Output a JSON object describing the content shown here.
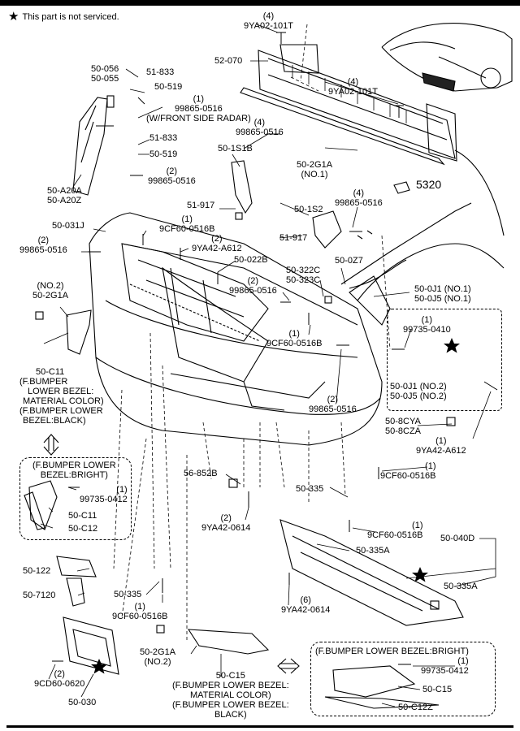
{
  "note": "This part is not serviced.",
  "star": "★",
  "labels": {
    "l1": "(4)",
    "l1b": "9YA02-101T",
    "l2": "52-070",
    "l3": "50-056",
    "l3b": "50-055",
    "l4": "51-833",
    "l5": "50-519",
    "l6": "(1)",
    "l6b": "99865-0516",
    "l6c": "(W/FRONT SIDE RADAR)",
    "l7": "(4)",
    "l7b": "9YA02-101T",
    "l8": "(4)",
    "l8b": "99865-0516",
    "l9": "51-833",
    "l10": "50-519",
    "l11": "50-1S1B",
    "l12": "(2)",
    "l12b": "99865-0516",
    "l13": "50-2G1A",
    "l13b": "(NO.1)",
    "l14": "50-A20A",
    "l14b": "50-A20Z",
    "l15": "5320",
    "l16": "(4)",
    "l16b": "99865-0516",
    "l17": "51-917",
    "l18": "50-1S2",
    "l19": "50-031J",
    "l20": "(1)",
    "l20b": "9CF60-0516B",
    "l21": "(2)",
    "l21b": "99865-0516",
    "l22": "(2)",
    "l22b": "9YA42-A612",
    "l23": "51-917",
    "l24": "50-022B",
    "l25": "(NO.2)",
    "l25b": "50-2G1A",
    "l26": "50-322C",
    "l26b": "50-323C",
    "l27": "50-0Z7",
    "l28": "(2)",
    "l28b": "99865-0516",
    "l29": "50-0J1",
    "l29n": "(NO.1)",
    "l29b": "50-0J5",
    "l29bn": "(NO.1)",
    "l30": "(1)",
    "l30b": "99735-0410",
    "l31": "(1)",
    "l31b": "9CF60-0516B",
    "l32": "50-C11",
    "l32b": "(F.BUMPER",
    "l32c": "LOWER BEZEL:",
    "l32d": "MATERIAL COLOR)",
    "l32e": "(F.BUMPER LOWER",
    "l32f": "BEZEL:BLACK)",
    "l33": "50-0J1",
    "l33n": "(NO.2)",
    "l33b": "50-0J5",
    "l33bn": "(NO.2)",
    "l34": "(2)",
    "l34b": "99865-0516",
    "l35": "50-8CYA",
    "l35b": "50-8CZA",
    "l36": "(1)",
    "l36b": "9YA42-A612",
    "l37": "(F.BUMPER LOWER",
    "l37b": "BEZEL:BRIGHT)",
    "l38": "(1)",
    "l38b": "99735-0412",
    "l39": "50-C11",
    "l40": "50-C12",
    "l41": "56-852B",
    "l42": "(1)",
    "l42b": "9CF60-0516B",
    "l43": "50-335",
    "l44": "(2)",
    "l44b": "9YA42-0614",
    "l45": "(1)",
    "l45b": "9CF60-0516B",
    "l46": "50-040D",
    "l47": "50-335A",
    "l48": "50-122",
    "l49": "50-7120",
    "l50": "50-335",
    "l51": "(1)",
    "l51b": "9CF60-0516B",
    "l52": "(6)",
    "l52b": "9YA42-0614",
    "l53": "50-335A",
    "l54": "50-2G1A",
    "l54b": "(NO.2)",
    "l55": "(2)",
    "l55b": "9CD60-0620",
    "l56": "50-030",
    "l57": "50-C15",
    "l57b": "(F.BUMPER LOWER BEZEL:",
    "l57c": "MATERIAL COLOR)",
    "l57d": "(F.BUMPER LOWER BEZEL:",
    "l57e": "BLACK)",
    "l58": "(F.BUMPER LOWER BEZEL:BRIGHT)",
    "l59": "(1)",
    "l59b": "99735-0412",
    "l60": "50-C15",
    "l61": "50-C12Z"
  }
}
